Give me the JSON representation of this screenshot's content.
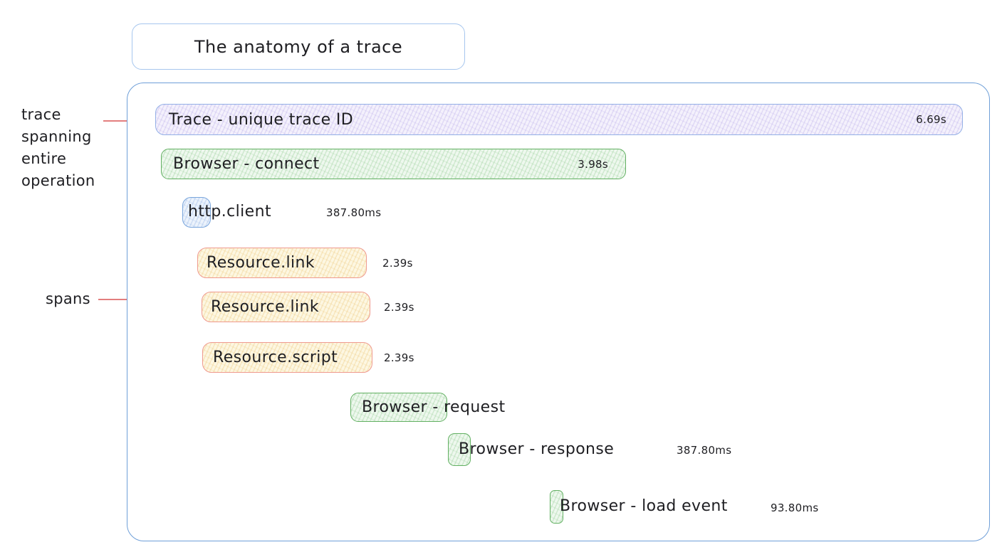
{
  "title": "The anatomy of a trace",
  "annotations": {
    "trace": {
      "lines": [
        "trace",
        "spanning",
        "entire",
        "operation"
      ]
    },
    "spans_label": "spans"
  },
  "spans": [
    {
      "name": "Trace - unique trace ID",
      "duration": "6.69s",
      "color": "purple"
    },
    {
      "name": "Browser - connect",
      "duration": "3.98s",
      "color": "green"
    },
    {
      "name": "http.client",
      "duration": "387.80ms",
      "color": "blue"
    },
    {
      "name": "Resource.link",
      "duration": "2.39s",
      "color": "yellow"
    },
    {
      "name": "Resource.link",
      "duration": "2.39s",
      "color": "yellow"
    },
    {
      "name": "Resource.script",
      "duration": "2.39s",
      "color": "yellow"
    },
    {
      "name": "Browser - request",
      "duration": "",
      "color": "green"
    },
    {
      "name": "Browser - response",
      "duration": "387.80ms",
      "color": "green"
    },
    {
      "name": "Browser - load event",
      "duration": "93.80ms",
      "color": "green"
    }
  ],
  "colors": {
    "container_border": "#6f9fd8",
    "title_border": "#a6c6ee",
    "annotation_red": "#e37e7e",
    "trace_fill": "#f4f1fc",
    "trace_border": "#94b0e6",
    "green_border": "#62b062",
    "blue_border": "#7aa6dc",
    "yellow_border": "#ef9a8f",
    "text": "#1e1e22"
  }
}
